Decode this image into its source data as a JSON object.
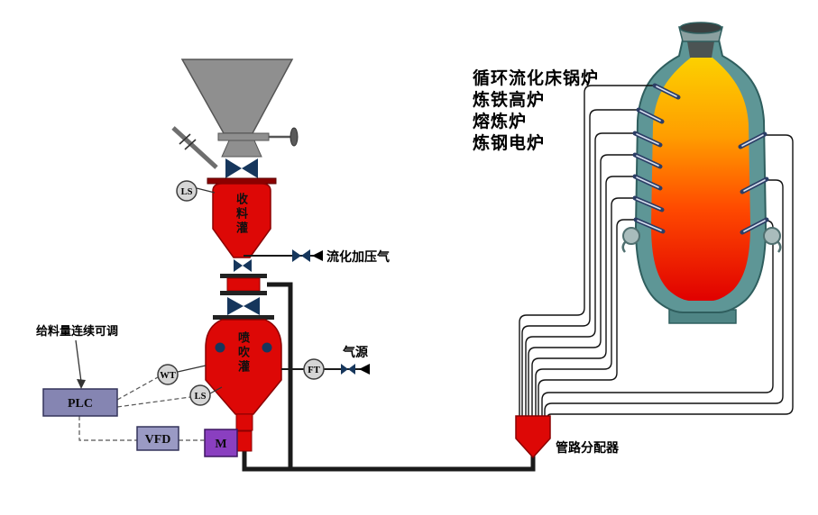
{
  "diagram": {
    "furnace_applications": [
      "循环流化床锅炉",
      "炼铁高炉",
      "熔炼炉",
      "炼钢电炉"
    ],
    "vessels": {
      "receiving_tank": "收料灌",
      "injection_tank": "喷吹灌"
    },
    "lines": {
      "fluidizing_gas": "流化加压气",
      "gas_source": "气源"
    },
    "distributor_label": "管路分配器",
    "feed_note": "给料量连续可调",
    "instruments": {
      "ls_upper": "LS",
      "wt": "WT",
      "ls_lower": "LS",
      "ft": "FT"
    },
    "control": {
      "plc": "PLC",
      "vfd": "VFD",
      "motor": "M"
    },
    "colors": {
      "vessel_red": "#dd0806",
      "valve_navy": "#16365c",
      "furnace_shell_teal": "#5e9696",
      "flame_yellow": "#fcd000",
      "flame_orange": "#ff9e00",
      "flame_red": "#e00000",
      "hopper_gray": "#8f8f8f",
      "plc_fill": "#8585b2",
      "vfd_fill": "#9a9ac4",
      "motor_purple": "#8a3fc0"
    }
  }
}
